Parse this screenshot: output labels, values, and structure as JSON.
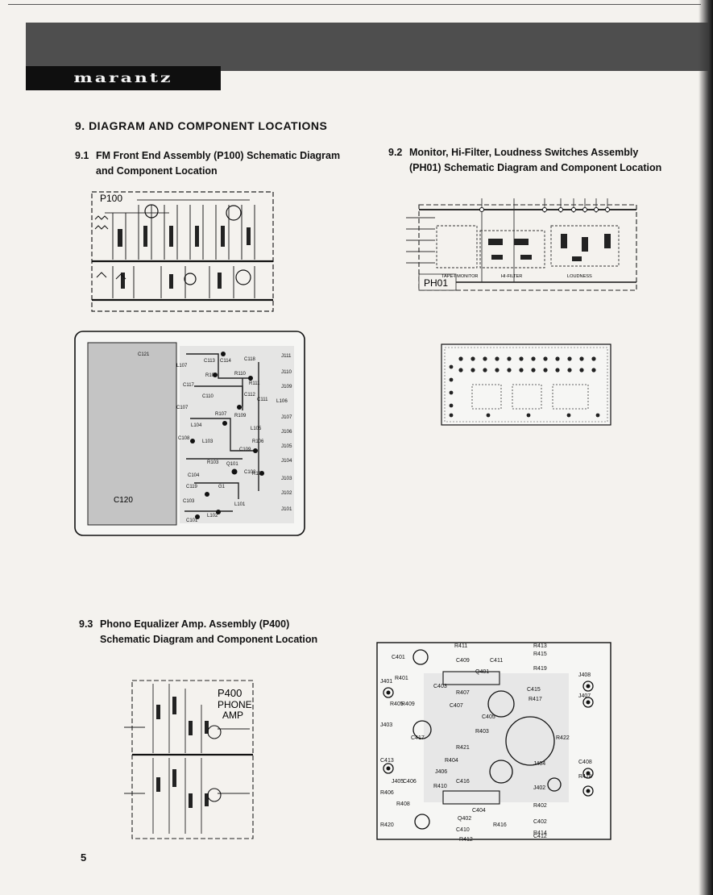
{
  "brand": {
    "logo": "marantz"
  },
  "section": {
    "title": "9. DIAGRAM AND COMPONENT LOCATIONS"
  },
  "sub91": {
    "number": "9.1",
    "line1": "FM Front End Assembly (P100) Schematic Diagram",
    "line2": "and Component Location",
    "schematic_label": "P100",
    "pcb": {
      "block_label": "C120",
      "jacks": [
        "J111",
        "J110",
        "J109",
        "L106",
        "J107",
        "J106",
        "J105",
        "J104",
        "J103",
        "J102",
        "J101"
      ],
      "parts": [
        "C121",
        "C113",
        "C114",
        "C118",
        "L107",
        "R108",
        "R110",
        "R111",
        "C117",
        "C110",
        "C112",
        "C111",
        "C107",
        "R107",
        "R109",
        "L104",
        "C108",
        "L103",
        "C109",
        "L105",
        "R106",
        "R103",
        "C104",
        "Q101",
        "C102",
        "C119",
        "G1",
        "R101",
        "C103",
        "L101",
        "L102",
        "C101"
      ]
    }
  },
  "sub92": {
    "number": "9.2",
    "line1": "Monitor, Hi-Filter, Loudness Switches Assembly",
    "line2": "(PH01) Schematic Diagram and Component Location",
    "schematic_label": "PH01",
    "switch_labels": [
      "TAPE-I MONITOR",
      "HI-FILTER",
      "LOUDNESS"
    ]
  },
  "sub93": {
    "number": "9.3",
    "line1": "Phono Equalizer Amp. Assembly (P400)",
    "line2": "Schematic Diagram and Component Location",
    "schematic_label_1": "P400",
    "schematic_label_2": "PHONE",
    "schematic_label_3": "AMP",
    "pcb": {
      "parts": [
        "R411",
        "C401",
        "C409",
        "C411",
        "R413",
        "R415",
        "R419",
        "J408",
        "J407",
        "R401",
        "Q401",
        "J401",
        "C403",
        "R407",
        "C415",
        "R405",
        "R409",
        "C407",
        "C405",
        "R417",
        "J403",
        "R403",
        "R422",
        "C417",
        "R421",
        "C413",
        "R404",
        "J404",
        "C408",
        "R418",
        "J406",
        "J405",
        "C406",
        "C416",
        "R406",
        "R410",
        "R408",
        "J402",
        "C404",
        "R402",
        "R420",
        "Q402",
        "R416",
        "C402",
        "C410",
        "C412",
        "R412",
        "R414"
      ]
    }
  },
  "page": {
    "number": "5"
  }
}
